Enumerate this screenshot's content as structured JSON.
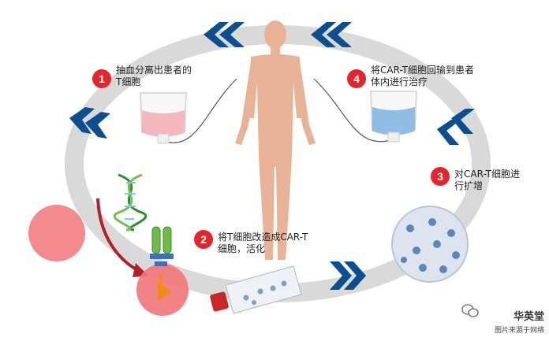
{
  "steps": [
    {
      "number": "1",
      "line1": "抽血分离出患者的",
      "line2": "T细胞"
    },
    {
      "number": "2",
      "line1": "将T细胞改造成CAR-T",
      "line2": "细胞，活化"
    },
    {
      "number": "3",
      "line1": "对CAR-T细胞进",
      "line2": "行扩增"
    },
    {
      "number": "4",
      "line1": "将CAR-T细胞回输到患者",
      "line2": "体内进行治疗"
    }
  ],
  "watermark": {
    "title": "华英堂",
    "subtitle": "图片来源于网络"
  },
  "colors": {
    "ring": "#d9d9d9",
    "chevron": "#0d4e8f",
    "badge": "#e3262c",
    "body": "#e8b296",
    "blood_bag": "#f4b7c0",
    "infusion_bag": "#8fbde6",
    "target_cell": "#f0767a",
    "dish": "#c8d4e8"
  },
  "icons": [
    "human-body-icon",
    "blood-bag-icon",
    "infusion-bag-icon",
    "dna-icon",
    "car-receptor-icon",
    "culture-flask-icon",
    "petri-dish-icon",
    "chevron-icon",
    "wechat-icon"
  ]
}
